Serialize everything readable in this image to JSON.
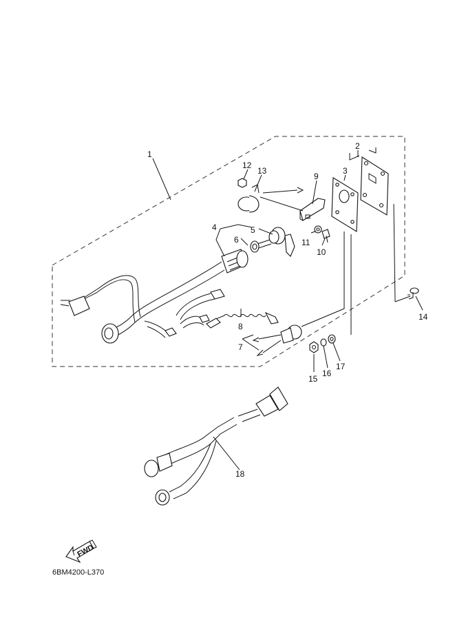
{
  "callouts": {
    "c1": "1",
    "c2": "2",
    "c3": "3",
    "c4": "4",
    "c5": "5",
    "c6": "6",
    "c7": "7",
    "c8": "8",
    "c9": "9",
    "c10": "10",
    "c11": "11",
    "c12": "12",
    "c13": "13",
    "c14": "14",
    "c15": "15",
    "c16": "16",
    "c17": "17",
    "c18": "18"
  },
  "fwd_label": "FWD",
  "drawing_code": "6BM4200-L370"
}
